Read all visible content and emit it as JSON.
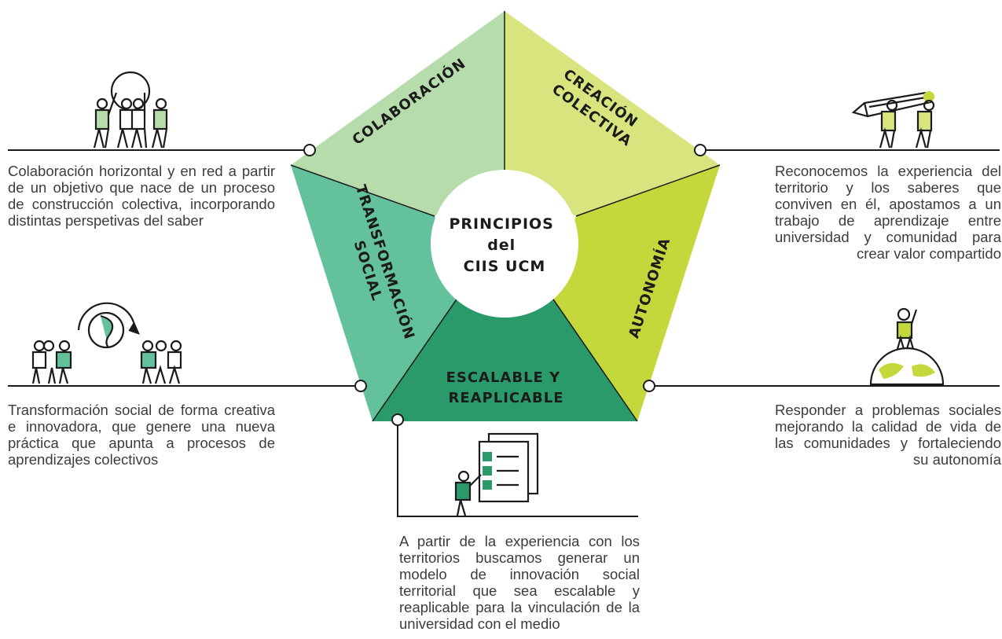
{
  "center": {
    "line1": "PRINCIPIOS",
    "line2": "del",
    "line3": "CIIS UCM"
  },
  "segments": {
    "colaboracion": {
      "label": "COLABORACIÓN",
      "color": "#b5dcaa"
    },
    "creacion": {
      "label_line1": "CREACIÓN",
      "label_line2": "COLECTIVA",
      "color": "#d8e57e"
    },
    "autonomia": {
      "label": "AUTONOMÍA",
      "color": "#c4d83c"
    },
    "escalable": {
      "label_line1": "ESCALABLE Y",
      "label_line2": "REAPLICABLE",
      "color": "#2a9a6a"
    },
    "transformacion": {
      "label_line1": "TRANSFORMACIÓN",
      "label_line2": "SOCIAL",
      "color": "#63c29b"
    }
  },
  "descriptions": {
    "colaboracion": "Colaboración horizontal y en red a partir de un objetivo que nace de un proceso de construcción colectiva, incorporando distintas perspetivas del saber",
    "creacion": "Reconocemos la experiencia del territorio y los saberes que conviven en él, apostamos a un trabajo de aprendizaje entre universidad y comunidad para crear valor compartido",
    "transformacion": "Transformación social de forma creativa e innovadora, que genere una nueva práctica que apunta a procesos de aprendizajes colectivos",
    "autonomia": "Responder a problemas sociales mejorando la calidad de vida de las comunidades y fortaleciendo su autonomía",
    "escalable": "A partir de la experiencia con los territorios buscamos generar un modelo de innovación social territorial que sea escalable y reaplicable para la vinculación de la universidad con el medio"
  },
  "icons": {
    "colaboracion": "team-lifting-circle-icon",
    "creacion": "people-carrying-pencil-icon",
    "transformacion": "people-passing-globe-icon",
    "autonomia": "person-on-globe-icon",
    "escalable": "person-pointing-checklist-icon"
  },
  "colors": {
    "line": "#1b1b1b",
    "accent_light": "#b5dcaa",
    "accent_lime": "#c4d83c",
    "accent_green": "#63c29b",
    "accent_dark": "#2a9a6a"
  }
}
